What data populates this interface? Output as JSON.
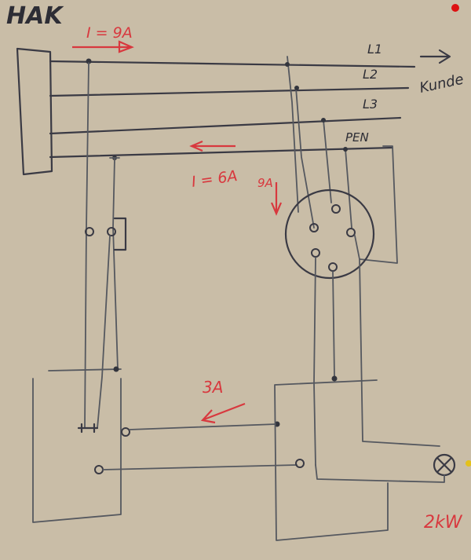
{
  "labels": {
    "hak": "HAK",
    "current_in": "I = 9A",
    "l1": "L1",
    "l2": "L2",
    "l3": "L3",
    "pen": "PEN",
    "kunde": "Kunde",
    "current_pen": "I = 6A",
    "current_9a": "9A",
    "current_3a": "3A",
    "load": "2kW"
  },
  "colors": {
    "paper": "#cfc3ad",
    "ink": "#3a3a44",
    "marker_red": "#d8383e",
    "pin_red": "#dd1111",
    "pin_yellow": "#e4c11b"
  }
}
